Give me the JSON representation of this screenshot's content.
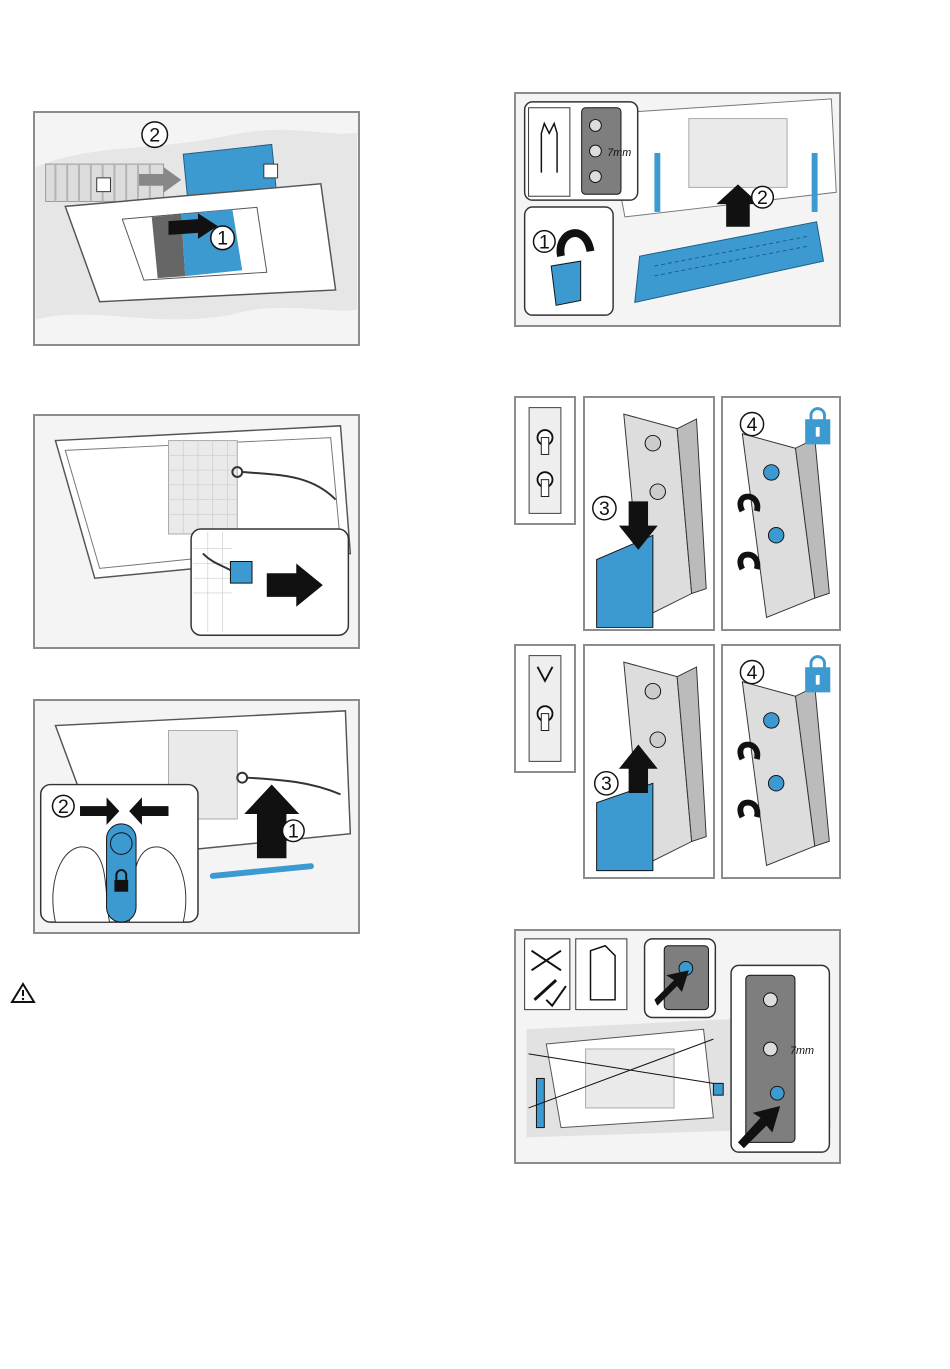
{
  "steps": {
    "s1_a": "1",
    "s1_b": "2",
    "s3_a": "1",
    "s3_b": "2",
    "r1_a": "1",
    "r1_b": "2",
    "r2_a": "3",
    "r2_b": "4",
    "r3_a": "3",
    "r3_b": "4"
  },
  "dimensions": {
    "gap_top": "7mm",
    "gap_bottom": "7mm"
  },
  "icons": [
    "warning-triangle-icon",
    "lock-icon",
    "torx-bit-icon",
    "no-power-screwdriver-icon",
    "hex-bit-icon"
  ],
  "colors": {
    "accent": "#3d9ad1",
    "frame": "#8c8c8c",
    "arrow": "#111111"
  }
}
